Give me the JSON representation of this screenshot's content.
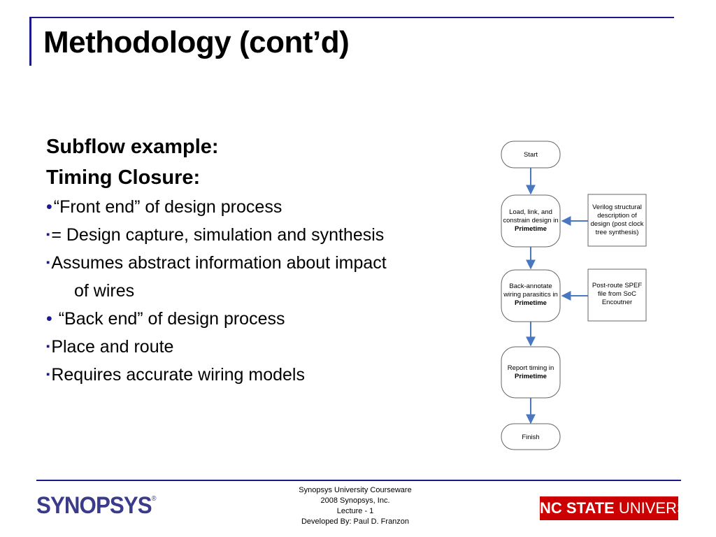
{
  "slide": {
    "title": "Methodology (cont’d)",
    "headings": [
      "Subflow example:",
      "Timing Closure:"
    ],
    "bullets": [
      {
        "marker": "•",
        "text": "“Front end” of design process"
      },
      {
        "marker": "▪",
        "text": "= Design capture, simulation and synthesis"
      },
      {
        "marker": "▪",
        "text": "Assumes abstract information about impact"
      },
      {
        "marker": "",
        "text": "of wires"
      },
      {
        "marker": "•",
        "text": " “Back end” of design process"
      },
      {
        "marker": "▪",
        "text": "Place and route"
      },
      {
        "marker": "▪",
        "text": "Requires accurate wiring models"
      }
    ]
  },
  "flowchart": {
    "start": "Start",
    "step1": [
      "Load, link, and",
      "constrain design in",
      "Primetime"
    ],
    "step2": [
      "Back-annotate",
      "wiring parasitics in",
      "Primetime"
    ],
    "step3": [
      "Report timing in",
      "Primetime"
    ],
    "finish": "Finish",
    "input1": [
      "Verilog structural",
      "description of",
      "design (post clock",
      "tree synthesis)"
    ],
    "input2": [
      "Post-route SPEF",
      "file from SoC",
      "Encoutner"
    ]
  },
  "footer": {
    "lines": [
      "Synopsys University Courseware",
      "2008 Synopsys, Inc.",
      "Lecture - 1",
      "Developed By: Paul D. Franzon"
    ],
    "left_logo": "SYNOPSYS",
    "left_logo_mark": "®",
    "right_logo_a": "NC STATE",
    "right_logo_b": " UNIVERSITY"
  },
  "colors": {
    "accent": "#1a1a8c",
    "arrow": "#4a78c0",
    "ncsu_red": "#cc0000"
  }
}
